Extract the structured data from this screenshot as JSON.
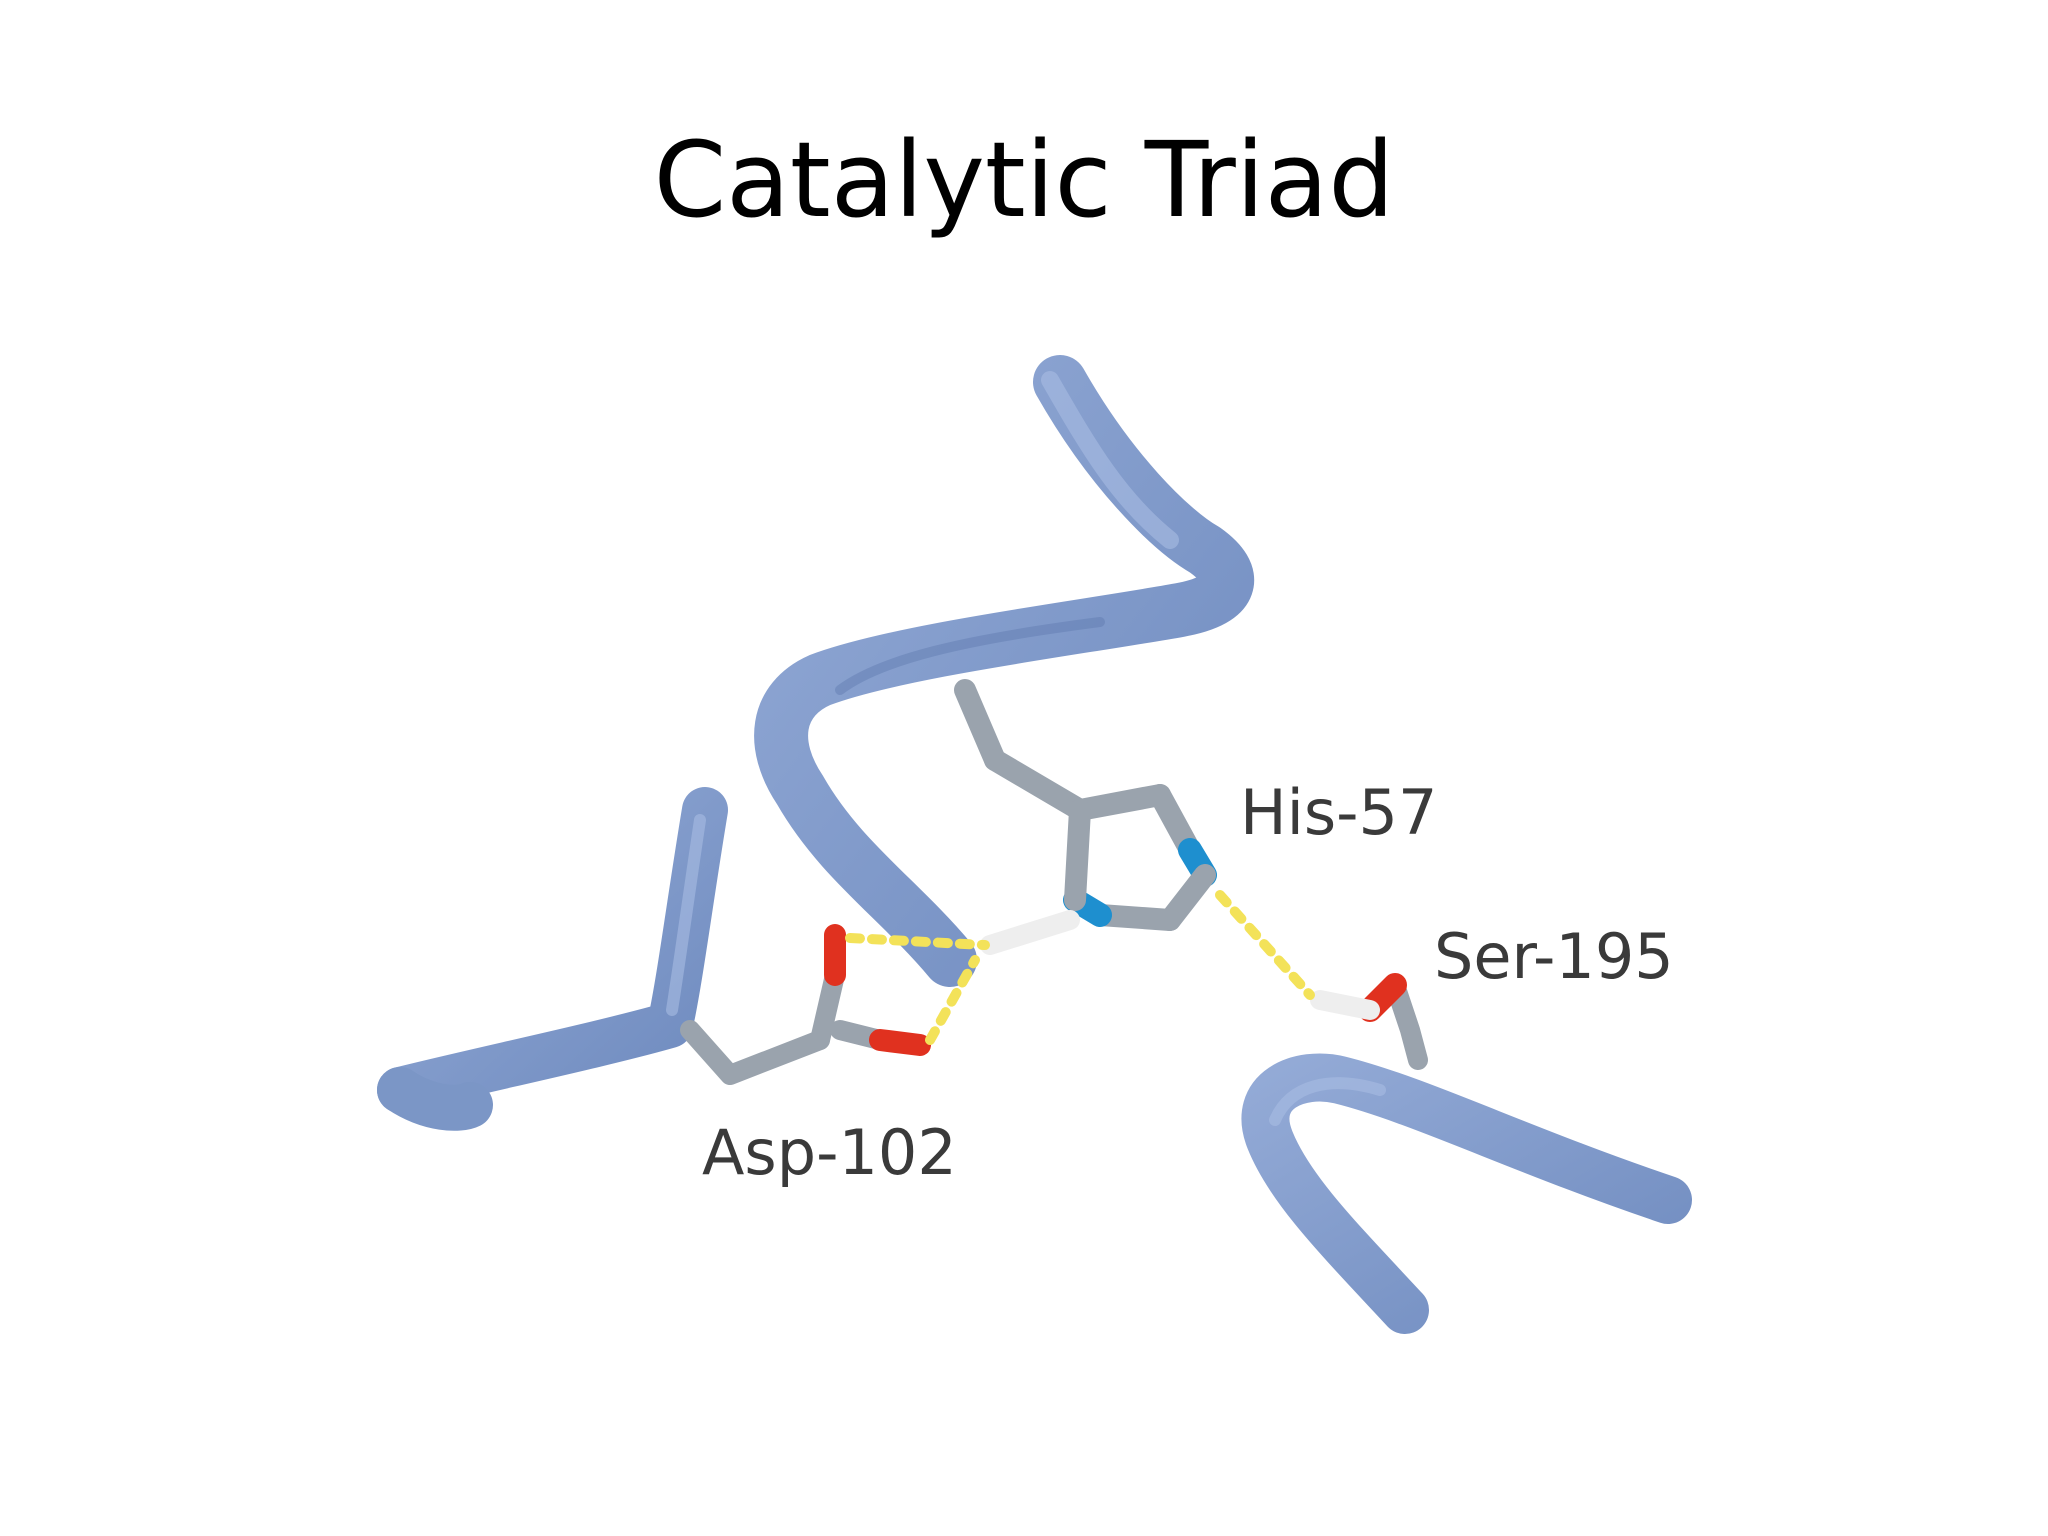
{
  "slide": {
    "title": "Catalytic Triad"
  },
  "residues": {
    "his": "His-57",
    "ser": "Ser-195",
    "asp": "Asp-102"
  },
  "colors": {
    "backbone": "#7b96c6",
    "backbone_shade": "#5f7bb0",
    "carbon": "#9aa3ad",
    "nitrogen": "#1e8fcf",
    "oxygen": "#e0311f",
    "hydrogen": "#eeeeee",
    "hbond": "#f3e259"
  }
}
